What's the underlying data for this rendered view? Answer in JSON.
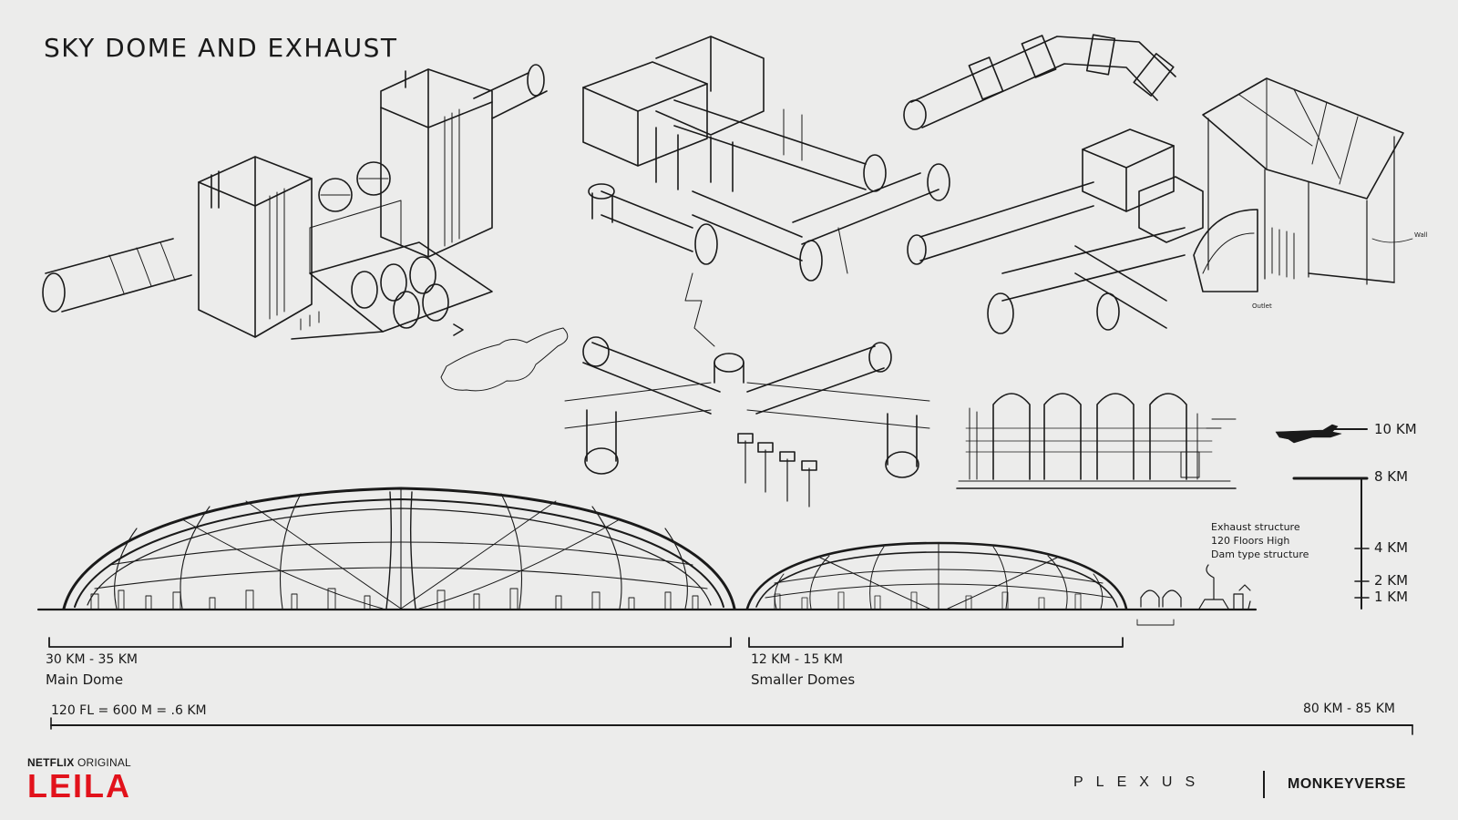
{
  "title": "SKY DOME AND EXHAUST",
  "annotations": {
    "wall": "Wall",
    "outlet": "Outlet"
  },
  "altitude_scale": {
    "ticks": [
      "10 KM",
      "8 KM",
      "4 KM",
      "2 KM",
      "1 KM"
    ]
  },
  "exhaust_note": {
    "line1": "Exhaust structure",
    "line2": "120 Floors High",
    "line3": "Dam type structure"
  },
  "main_dome": {
    "range": "30 KM - 35 KM",
    "name": "Main Dome"
  },
  "smaller_domes": {
    "range": "12 KM - 15 KM",
    "name": "Smaller Domes"
  },
  "bottom_scale": {
    "left_label": "120 FL = 600 M = .6 KM",
    "right_label": "80 KM - 85 KM"
  },
  "branding": {
    "netflix": "NETFLIX",
    "original": "ORIGINAL",
    "show": "LEILA",
    "show_color": "#e2121b",
    "studio": "PLEXUS",
    "partner": "MONKEYVERSE"
  },
  "colors": {
    "background": "#ececeb",
    "ink": "#1a1a1a"
  }
}
